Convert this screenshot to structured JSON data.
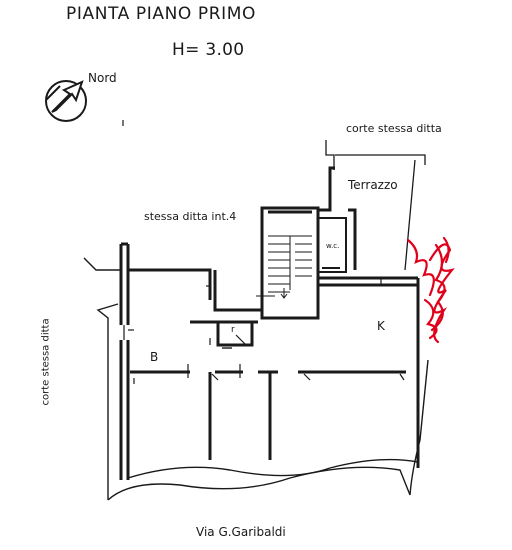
{
  "plan": {
    "title": "PIANTA PIANO PRIMO",
    "height_label": "H= 3.00",
    "north_label": "Nord"
  },
  "labels": {
    "corte_top": "corte stessa ditta",
    "terrazzo": "Terrazzo",
    "stessa_ditta": "stessa ditta int.4",
    "wc": "w.c.",
    "kitchen": "K",
    "closet": "r",
    "bedroom": "B",
    "corte_left": "corte stessa ditta",
    "street": "Via G.Garibaldi"
  },
  "colors": {
    "wall": "#1a1a1a",
    "scribble": "#e0001a"
  }
}
